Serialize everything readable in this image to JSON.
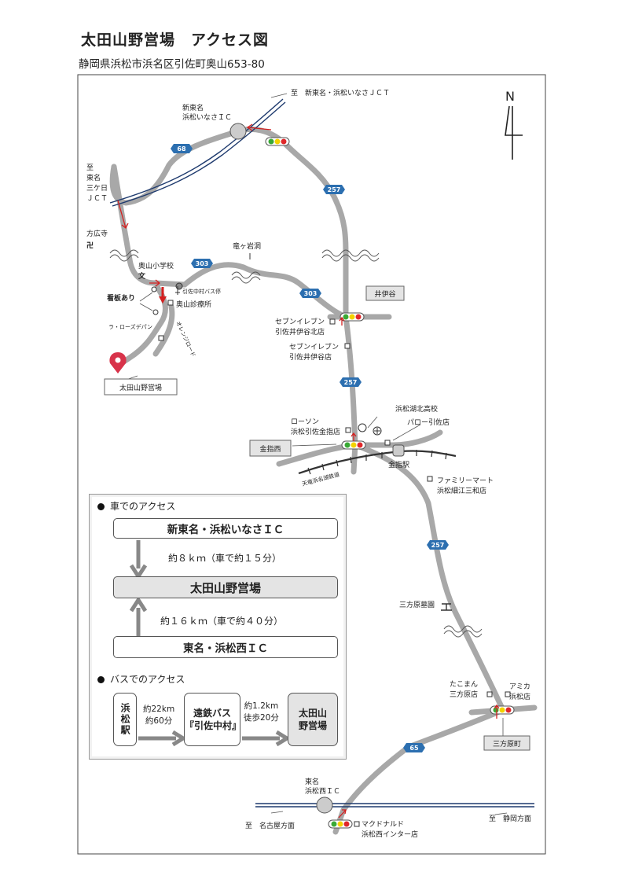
{
  "title": "太田山野営場　アクセス図",
  "address": "静岡県浜松市浜名区引佐町奥山653-80",
  "compass": {
    "north": "N"
  },
  "labels": {
    "to_shintomei_jct": "至　新東名・浜松いなさＪＣＴ",
    "shintomei_ic_1": "新東名",
    "shintomei_ic_2": "浜松いなさＩＣ",
    "to_mikkabi_1": "至",
    "to_mikkabi_2": "東名",
    "to_mikkabi_3": "三ケ日",
    "to_mikkabi_4": "ＪＣＴ",
    "hokoji": "方広寺",
    "hokoji_mark": "卍",
    "okuyama_school": "奥山小学校",
    "school_mark": "文",
    "bus_stop": "引佐中村バス停",
    "signboard": "看板あり",
    "clinic": "奥山診療所",
    "la_rose": "ラ・ローズデパン",
    "orange_road": "オレンジロード",
    "ryugaiwa": "竜ヶ岩洞",
    "seven_n_1": "セブンイレブン",
    "seven_n_2": "引佐井伊谷北店",
    "seven_s_1": "セブンイレブン",
    "seven_s_2": "引佐井伊谷店",
    "iinoya": "井伊谷",
    "camp": "太田山野営場",
    "lawson_1": "ローソン",
    "lawson_2": "浜松引佐金指店",
    "konan_hs": "浜松湖北高校",
    "palo": "パロー引佐店",
    "kanasashi_nishi": "金指西",
    "kanasashi_st": "金指駅",
    "tenhama": "天竜浜名湖鉄道",
    "familymart_1": "ファミリーマート",
    "familymart_2": "浜松細江三和店",
    "mikatahara_cemetery": "三方原墓園",
    "takoman_1": "たこまん",
    "takoman_2": "三方原店",
    "amika_1": "アミカ",
    "amika_2": "浜松店",
    "mikatahara_town": "三方原町",
    "tomei_ic_1": "東名",
    "tomei_ic_2": "浜松西ＩＣ",
    "to_nagoya": "至　名古屋方面",
    "to_shizuoka": "至　静岡方面",
    "mcd_1": "マクドナルド",
    "mcd_2": "浜松西インター店"
  },
  "routes": {
    "r68": "68",
    "r303a": "303",
    "r303b": "303",
    "r257a": "257",
    "r257b": "257",
    "r257c": "257",
    "r65": "65"
  },
  "access": {
    "car_heading": "車でのアクセス",
    "from_shintomei": "新東名・浜松いなさＩＣ",
    "dist_shintomei": "約８ｋｍ（車で約１５分）",
    "destination": "太田山野営場",
    "dist_tomei": "約１６ｋｍ（車で約４０分）",
    "from_tomei": "東名・浜松西ＩＣ",
    "bus_heading": "バスでのアクセス",
    "station": "浜松駅",
    "bus_dist_1": "約22km",
    "bus_dist_2": "約60分",
    "bus_stop_1": "遠鉄バス",
    "bus_stop_2": "『引佐中村』",
    "walk_dist_1": "約1.2km",
    "walk_dist_2": "徒歩20分",
    "bus_dest_1": "太田山",
    "bus_dest_2": "野営場"
  },
  "colors": {
    "road": "#a8a8a8",
    "expressway": "#1e3a6e",
    "route_shield": "#2c6fb0",
    "arrow": "#d42020",
    "pin": "#d8334a",
    "signal_green": "#39a935",
    "signal_yellow": "#f3d200",
    "signal_red": "#e0282a"
  }
}
